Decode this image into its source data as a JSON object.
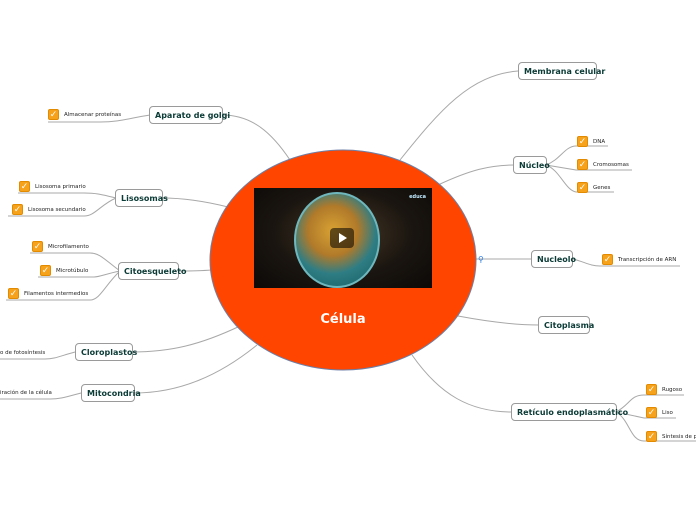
{
  "center": {
    "title": "Célula",
    "fill": "#ff4500",
    "stroke": "#6b7fa8"
  },
  "video": {
    "logo_text": "educa"
  },
  "branches": {
    "membrana": "Membrana celular",
    "nucleo": "Núcleo",
    "nucleolo": "Nucleolo",
    "citoplasma": "Citoplasma",
    "reticulo": "Retículo endoplasmático",
    "golgi": "Aparato de golgi",
    "lisosomas": "Lisosomas",
    "citoesqueleto": "Citoesqueleto",
    "cloroplastos": "Cloroplastos",
    "mitocondria": "Mitocondria"
  },
  "leaves": {
    "dna": "DNA",
    "cromosomas": "Cromosomas",
    "genes": "Genes",
    "transcripcion": "Transcripción de ARN",
    "rugoso": "Rugoso",
    "liso": "Liso",
    "sintesis": "Síntesis de p",
    "almacenar": "Almacenar proteínas",
    "lis_primario": "Lisosoma primario",
    "lis_secundario": "Lisosoma secundario",
    "microfilamento": "Microfilamento",
    "microtubulo": "Microtúbulo",
    "filamentos": "Filamentos intermedios",
    "fotosintesis": "o de fotosíntesis",
    "respiracion": "iración de la célula"
  },
  "colors": {
    "check": "#f7a21b",
    "connector": "#a8a8a8",
    "branch_text": "#0b3b36"
  }
}
